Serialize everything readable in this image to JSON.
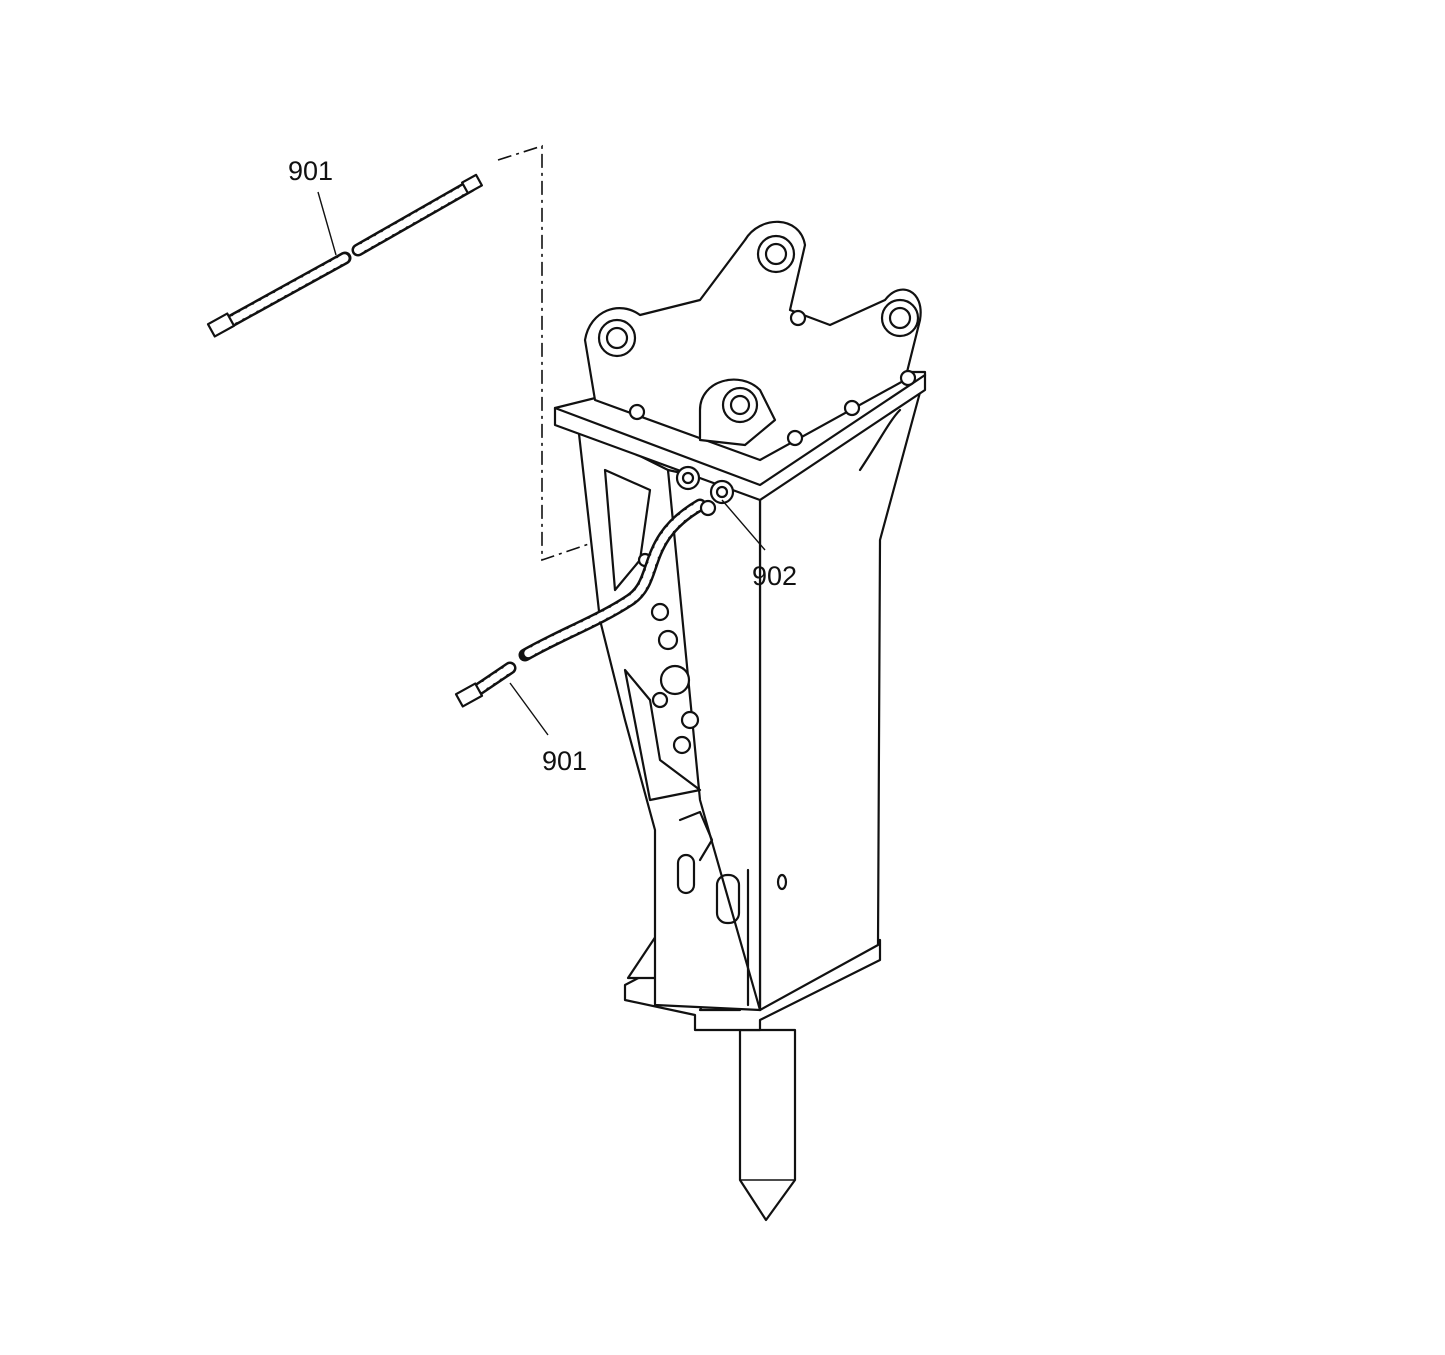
{
  "diagram": {
    "callouts": [
      {
        "id": "upper-hose",
        "label": "901"
      },
      {
        "id": "fitting",
        "label": "902"
      },
      {
        "id": "lower-hose",
        "label": "901"
      }
    ],
    "line_color": "#111111",
    "background": "#ffffff"
  }
}
